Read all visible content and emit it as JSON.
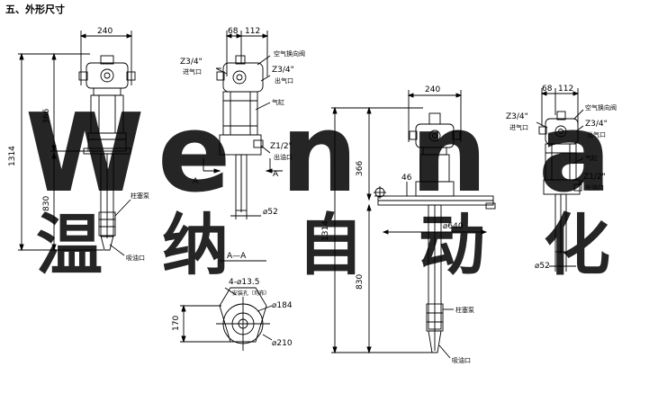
{
  "heading": "五、外形尺寸",
  "watermark": {
    "latin": [
      "W",
      "e",
      "n",
      "n",
      "a"
    ],
    "chinese": [
      "温",
      "纳",
      "自",
      "动",
      "化"
    ],
    "color": "#7fb0e3"
  },
  "drawing1": {
    "dim_width": "240",
    "dim_height_total": "1314",
    "dim_upper": "366",
    "dim_lower": "830",
    "label_pump": "柱塞泵",
    "label_inlet": "吸油口"
  },
  "drawing2": {
    "dim_a": "68",
    "dim_b": "112",
    "label_air_inlet_size": "Z3/4\"",
    "label_air_inlet": "进气口",
    "label_valve": "空气换向阀",
    "label_air_outlet_size": "Z3/4\"",
    "label_air_outlet": "出气口",
    "label_cylinder": "气缸",
    "label_oil_outlet_size": "Z1/2\"",
    "label_oil_outlet": "出油口",
    "dim_diameter": "⌀52",
    "section_mark": "A",
    "section_mark_right": "A"
  },
  "drawing3": {
    "section_title": "A—A",
    "holes": "4-⌀13.5",
    "holes_note": "安装孔（均布）",
    "dim_height": "170",
    "dim_inner": "⌀184",
    "dim_outer": "⌀210"
  },
  "drawing4": {
    "dim_width": "240",
    "dim_upper": "366",
    "dim_46": "46",
    "dim_total": "1314",
    "dim_plate": "⌀640",
    "dim_lower": "830",
    "label_pump": "柱塞泵",
    "label_inlet": "吸油口"
  },
  "drawing5": {
    "dim_a": "68",
    "dim_b": "112",
    "label_air_inlet_size": "Z3/4\"",
    "label_air_inlet": "进气口",
    "label_valve": "空气换向阀",
    "label_air_outlet_size": "Z3/4\"",
    "label_air_outlet": "出气口",
    "label_cylinder": "气缸",
    "label_oil_outlet_size": "Z1/2\"",
    "label_oil_outlet": "出油口",
    "dim_diameter": "⌀52"
  }
}
